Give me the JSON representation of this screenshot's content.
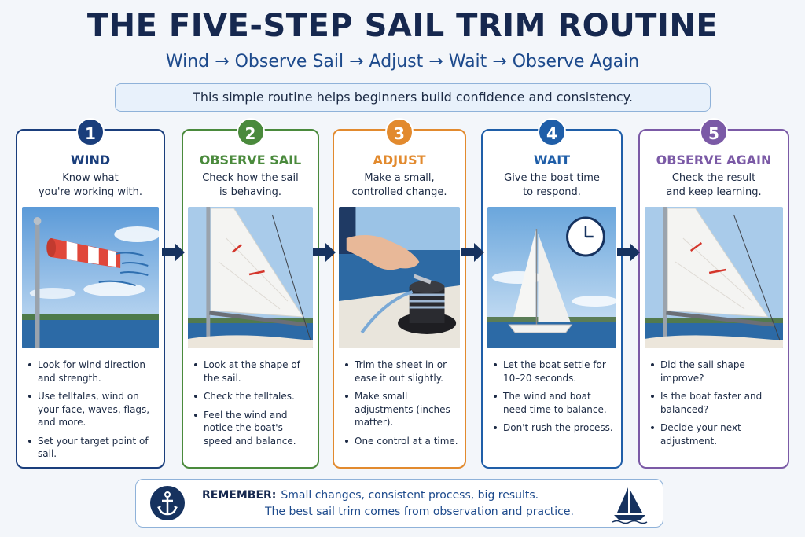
{
  "title": "THE FIVE-STEP SAIL TRIM ROUTINE",
  "subtitle": "Wind → Observe Sail → Adjust → Wait → Observe Again",
  "banner": "This simple routine helps beginners build confidence and consistency.",
  "steps": [
    {
      "num": "1",
      "title": "WIND",
      "desc1": "Know what",
      "desc2": "you're working with.",
      "color": "#1a3e7c",
      "image": "windsock-image",
      "bullets": [
        "Look for wind direction and strength.",
        "Use telltales, wind on your face, waves, flags, and more.",
        "Set your target point of sail."
      ]
    },
    {
      "num": "2",
      "title": "OBSERVE SAIL",
      "desc1": "Check how the sail",
      "desc2": "is behaving.",
      "color": "#4a8a3c",
      "image": "sail-telltales-image",
      "bullets": [
        "Look at the shape of the sail.",
        "Check the telltales.",
        "Feel the wind and notice the boat's speed and balance."
      ]
    },
    {
      "num": "3",
      "title": "ADJUST",
      "desc1": "Make a small,",
      "desc2": "controlled change.",
      "color": "#e28a2e",
      "image": "winch-hand-image",
      "bullets": [
        "Trim the sheet in or ease it out slightly.",
        "Make small adjustments (inches matter).",
        "One control at a time."
      ]
    },
    {
      "num": "4",
      "title": "WAIT",
      "desc1": "Give the boat time",
      "desc2": "to respond.",
      "color": "#1f5ea8",
      "image": "sailboat-clock-image",
      "bullets": [
        "Let the boat settle for 10–20 seconds.",
        "The wind and boat need time to balance.",
        "Don't rush the process."
      ]
    },
    {
      "num": "5",
      "title": "OBSERVE AGAIN",
      "desc1": "Check the result",
      "desc2": "and keep learning.",
      "color": "#7b5aa6",
      "image": "sail-telltales-image",
      "bullets": [
        "Did the sail shape improve?",
        "Is the boat faster and balanced?",
        "Decide your next adjustment."
      ]
    }
  ],
  "remember": {
    "label": "REMEMBER:",
    "line1": "Small changes, consistent process, big results.",
    "line2": "The best sail trim comes from observation and practice."
  },
  "icons": {
    "arrow": "right-arrow-icon",
    "anchor": "anchor-icon",
    "boat": "sailboat-icon",
    "clock": "clock-icon"
  },
  "colors": {
    "title": "#16284f",
    "subtitle": "#1d4a8c",
    "banner_bg": "#e8f1fb",
    "banner_border": "#8fb2d9"
  }
}
